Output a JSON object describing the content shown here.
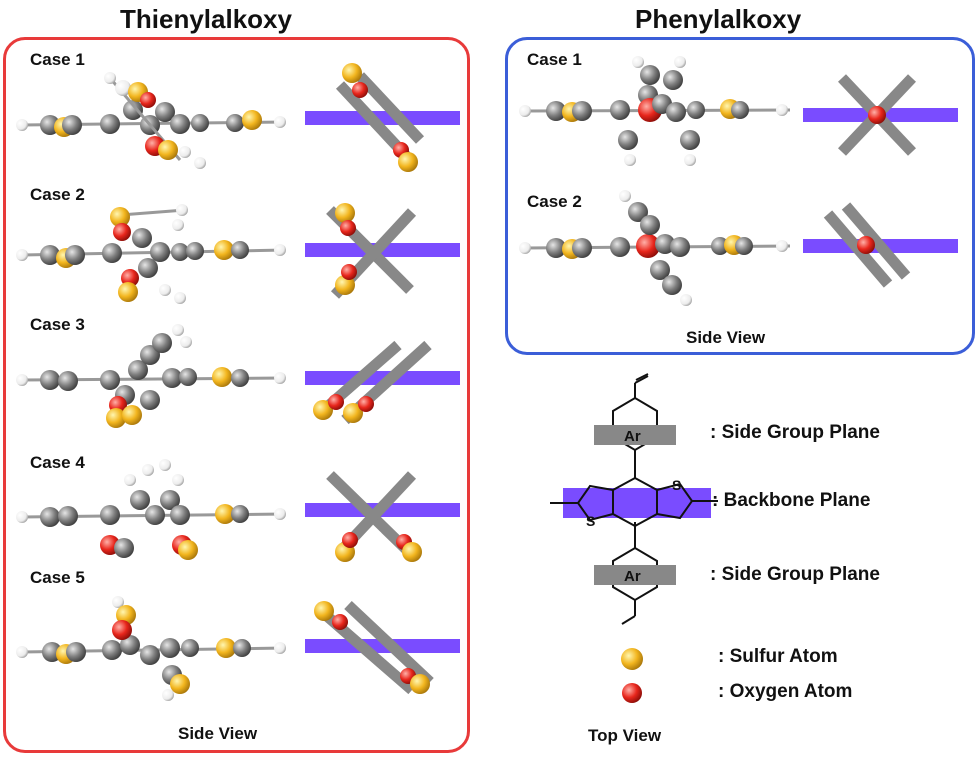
{
  "left_panel": {
    "title": "Thienylalkoxy",
    "cases": [
      "Case 1",
      "Case 2",
      "Case 3",
      "Case 4",
      "Case 5"
    ],
    "caption": "Side View",
    "border_color": "#e83a3a"
  },
  "right_panel": {
    "title": "Phenylalkoxy",
    "cases": [
      "Case 1",
      "Case 2"
    ],
    "caption": "Side View",
    "border_color": "#3b5ed8"
  },
  "legend": {
    "ar_label": "Ar",
    "s_label": "S",
    "side_group_top": ": Side Group  Plane",
    "backbone": ": Backbone Plane",
    "side_group_bottom": ": Side Group Plane",
    "sulfur": ": Sulfur Atom",
    "oxygen": ": Oxygen Atom",
    "caption": "Top View"
  },
  "colors": {
    "backbone_plane": "#7a4cff",
    "side_plane": "#888888",
    "sulfur": "#f2b51e",
    "oxygen": "#e8261c",
    "carbon": "#7f7f7f",
    "hydrogen": "#f0f0f0"
  }
}
